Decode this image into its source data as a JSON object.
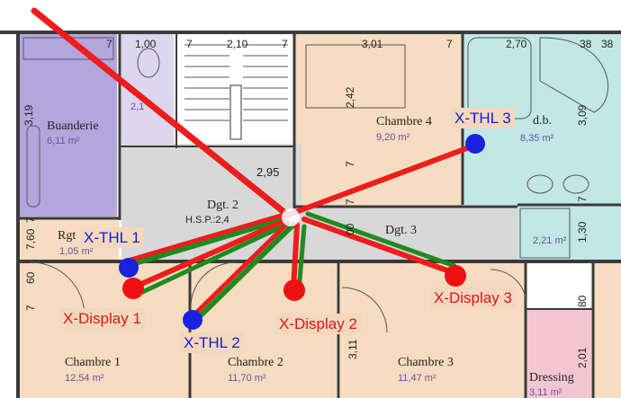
{
  "rooms": {
    "buanderie": {
      "name": "Buanderie",
      "area": "6,11 m²"
    },
    "wc": {
      "area": "2,1"
    },
    "chambre4": {
      "name": "Chambre 4",
      "area": "9,20 m²"
    },
    "sdb": {
      "name": "d.b.",
      "area": "8,35 m²"
    },
    "dgt2": {
      "name": "Dgt. 2",
      "hsp": "H.S.P.:2,4"
    },
    "dgt3": {
      "name": "Dgt. 3"
    },
    "rgt": {
      "name": "Rgt",
      "area": "1,05 m²"
    },
    "shower": {
      "area": "2,21 m²"
    },
    "chambre1": {
      "name": "Chambre 1",
      "area": "12,54 m²"
    },
    "chambre2": {
      "name": "Chambre 2",
      "area": "11,70 m²"
    },
    "chambre3": {
      "name": "Chambre 3",
      "area": "11,47 m²"
    },
    "dressing": {
      "name": "Dressing",
      "area": "3,11 m²"
    }
  },
  "dimensions": {
    "top": [
      "7",
      "1,00",
      "7",
      "2,10",
      "7",
      "3,01",
      "7",
      "2,70",
      "38",
      "38"
    ],
    "vertical": [
      "2,42",
      "3,09",
      "3,19",
      "1,30",
      "7",
      "80",
      "2,01",
      "7,60",
      "60",
      "7",
      "3,11",
      "2,95",
      "7",
      "7",
      "7",
      "00"
    ]
  },
  "devices": {
    "thl1": "X-THL 1",
    "thl2": "X-THL 2",
    "thl3": "X-THL 3",
    "disp1": "X-Display 1",
    "disp2": "X-Display 2",
    "disp3": "X-Display 3"
  },
  "colors": {
    "red_link": "#ee1c1c",
    "green_link": "#1f8a1f",
    "thl_dot": "#1a22e0",
    "display_dot": "#ee1111",
    "tag_bg": "#f4d7bd",
    "laundry": "#b3a6dc",
    "bedroom": "#f6dcc0",
    "bathroom": "#c2e8e6",
    "corridor": "#d8d8d8",
    "dressing": "#f4c6d3"
  }
}
